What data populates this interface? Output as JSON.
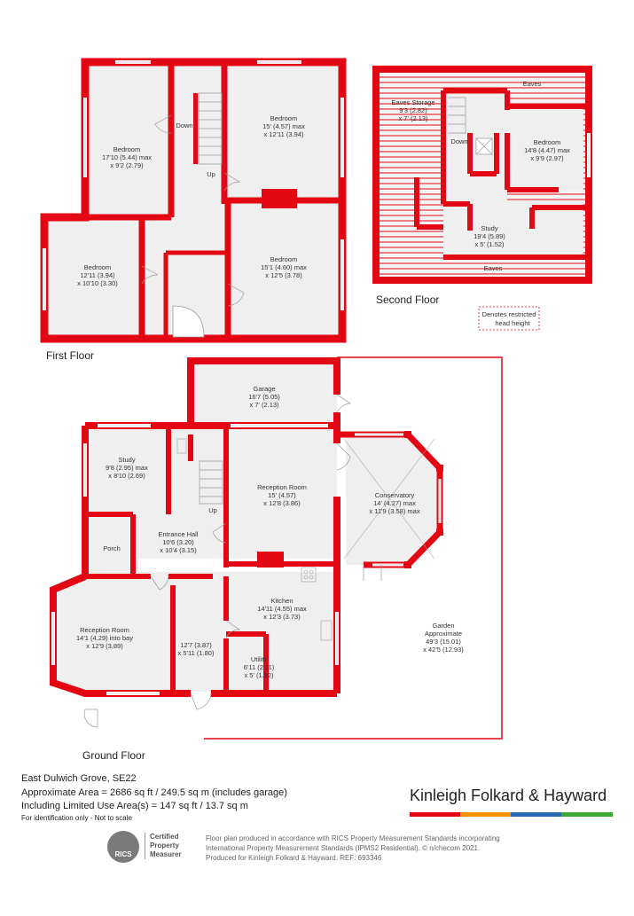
{
  "floors": {
    "first": "First Floor",
    "second": "Second Floor",
    "ground": "Ground Floor"
  },
  "rooms": {
    "ff_bedroom1": {
      "name": "Bedroom",
      "dim1": "17'10 (5.44) max",
      "dim2": "x 9'2 (2.79)"
    },
    "ff_bedroom2": {
      "name": "Bedroom",
      "dim1": "15' (4.57) max",
      "dim2": "x 12'11 (3.94)"
    },
    "ff_bedroom3": {
      "name": "Bedroom",
      "dim1": "12'11 (3.94)",
      "dim2": "x 10'10 (3.30)"
    },
    "ff_bedroom4": {
      "name": "Bedroom",
      "dim1": "15'1 (4.60) max",
      "dim2": "x 12'5 (3.78)"
    },
    "sf_eaves_storage": {
      "name": "Eaves Storage",
      "dim1": "9'3 (2.82)",
      "dim2": "x 7' (2.13)"
    },
    "sf_bedroom": {
      "name": "Bedroom",
      "dim1": "14'8 (4.47) max",
      "dim2": "x 9'9 (2.97)"
    },
    "sf_study": {
      "name": "Study",
      "dim1": "19'4 (5.89)",
      "dim2": "x 5' (1.52)"
    },
    "gf_garage": {
      "name": "Garage",
      "dim1": "16'7 (5.05)",
      "dim2": "x 7' (2.13)"
    },
    "gf_study": {
      "name": "Study",
      "dim1": "9'8 (2.95) max",
      "dim2": "x 8'10 (2.69)"
    },
    "gf_reception1": {
      "name": "Reception Room",
      "dim1": "15' (4.57)",
      "dim2": "x 12'8 (3.86)"
    },
    "gf_conservatory": {
      "name": "Conservatory",
      "dim1": "14' (4.27) max",
      "dim2": "x 11'9 (3.58) max"
    },
    "gf_entrance": {
      "name": "Entrance Hall",
      "dim1": "10'6 (3.20)",
      "dim2": "x 10'4 (3.15)"
    },
    "gf_reception2": {
      "name": "Reception Room",
      "dim1": "14'1 (4.29) into bay",
      "dim2": "x 12'9 (3.89)"
    },
    "gf_kitchen": {
      "name": "Kitchen",
      "dim1": "14'11 (4.55) max",
      "dim2": "x 12'3 (3.73)"
    },
    "gf_utility": {
      "name": "Utility",
      "dim1": "6'11 (2.11)",
      "dim2": "x 5' (1.52)"
    },
    "gf_dining": {
      "dim1": "12'7 (3.87)",
      "dim2": "x 5'11 (1.80)"
    },
    "gf_garden": {
      "name": "Garden",
      "dim1": "Approximate",
      "dim2": "49'3 (15.01)",
      "dim3": "x 42'5 (12.93)"
    }
  },
  "labels": {
    "down": "Down",
    "up": "Up",
    "porch": "Porch",
    "eaves": "Eaves",
    "legend_line1": "Denotes restricted",
    "legend_line2": "head height"
  },
  "footer": {
    "address": "East Dulwich Grove, SE22",
    "area": "Approximate Area = 2686 sq ft / 249.5 sq m (includes garage)",
    "limited_area": "Including Limited Use Area(s) = 147 sq ft / 13.7 sq m",
    "note": "For identification only - Not to scale",
    "brand": "Kinleigh Folkard & Hayward",
    "brand_colors": [
      "#e30613",
      "#f39200",
      "#2a6ab4",
      "#3aaa35"
    ],
    "rics_logo": "RICS",
    "cert_line1": "Certified",
    "cert_line2": "Property",
    "cert_line3": "Measurer",
    "disclaimer_line1": "Floor plan produced in accordance with RICS Property Measurement Standards incorporating",
    "disclaimer_line2": "International Property Measurement Standards (IPMS2 Residential). © n/checom 2021.",
    "disclaimer_line3": "Produced for Kinleigh Folkard & Hayward.   REF: 693346"
  },
  "colors": {
    "wall": "#e30613",
    "floor": "#efefef",
    "hatch": "#e30613"
  }
}
